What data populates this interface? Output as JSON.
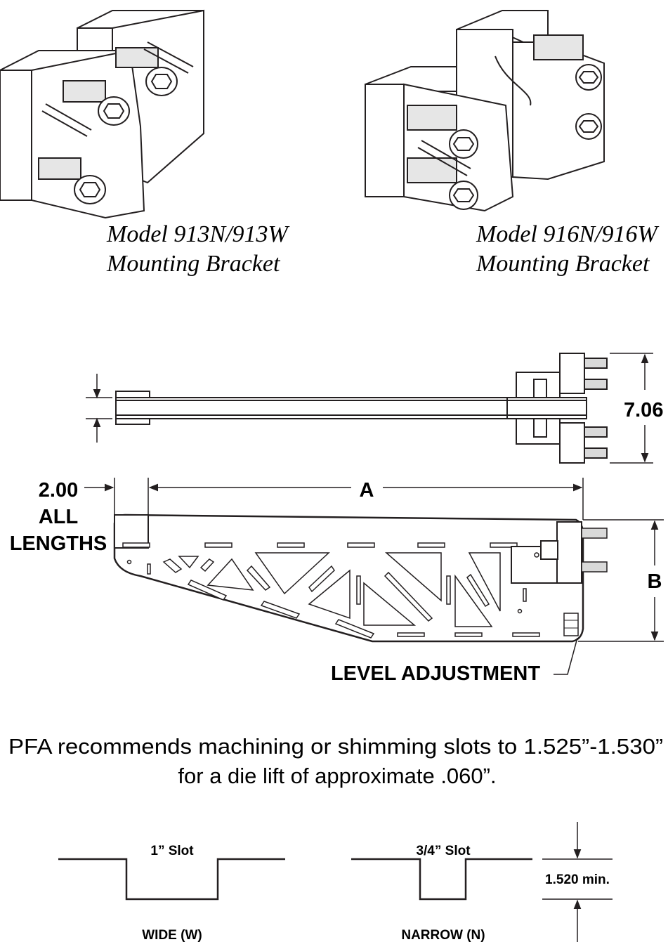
{
  "captions": {
    "left_model": "Model 913N/913W",
    "left_desc": "Mounting Bracket",
    "right_model": "Model 916N/916W",
    "right_desc": "Mounting Bracket"
  },
  "dimensions": {
    "height_total": "7.06",
    "offset_value": "2.00",
    "offset_line2": "ALL",
    "offset_line3": "LENGTHS",
    "length": "A",
    "height": "B",
    "level_adjustment": "LEVEL ADJUSTMENT"
  },
  "note": {
    "line1": "PFA recommends machining or shimming slots to 1.525”-1.530”",
    "line2": "for a die lift of approximate .060”."
  },
  "slots": {
    "wide_size": "1” Slot",
    "wide_label": "WIDE (W)",
    "narrow_size": "3/4” Slot",
    "narrow_label": "NARROW (N)",
    "depth": "1.520 min."
  }
}
